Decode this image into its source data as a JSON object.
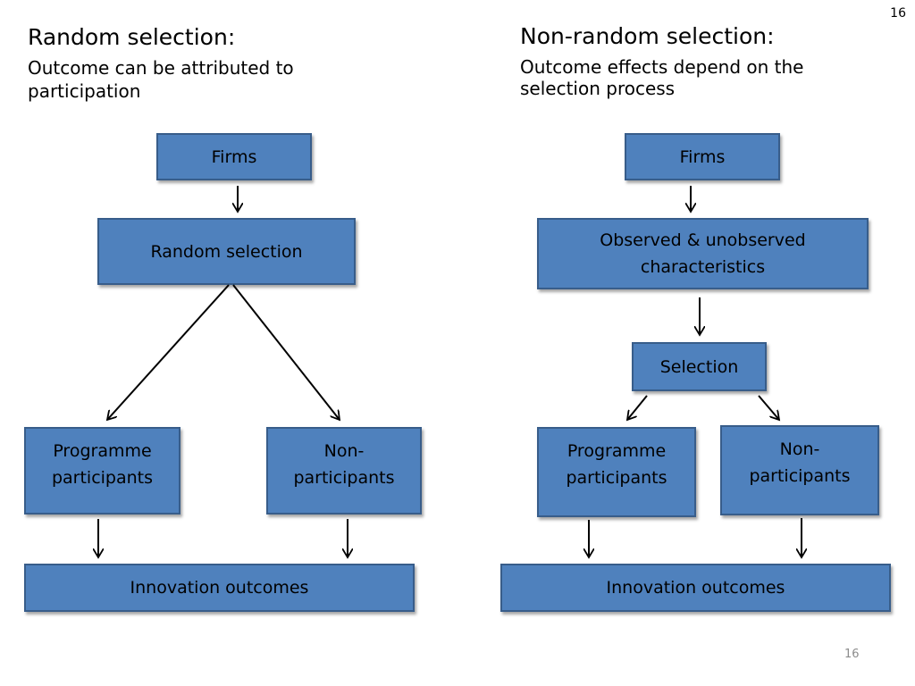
{
  "slide_number_top": "16",
  "slide_number_bottom": "16",
  "left": {
    "heading": "Random selection:",
    "subheading": "Outcome can be attributed to participation",
    "boxes": {
      "firms": "Firms",
      "selection": "Random selection",
      "participants": "Programme participants",
      "non_participants": "Non-participants",
      "outcomes": "Innovation outcomes"
    }
  },
  "right": {
    "heading": "Non-random selection:",
    "subheading": "Outcome effects depend on the selection process",
    "boxes": {
      "firms": "Firms",
      "characteristics": "Observed & unobserved characteristics",
      "selection": "Selection",
      "participants": "Programme participants",
      "non_participants": "Non-participants",
      "outcomes": "Innovation outcomes"
    }
  },
  "colors": {
    "box_fill": "#4f81bd",
    "box_border": "#385d8a",
    "arrow": "#000000"
  }
}
